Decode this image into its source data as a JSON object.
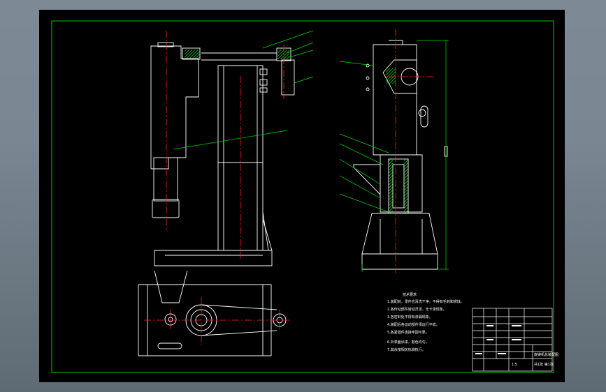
{
  "drawing": {
    "notes_title": "技术要求",
    "notes": [
      "1.装配前，零件应清洗干净，不得有毛刺和锈蚀。",
      "2.各传动部件转动灵活，无卡滞现象。",
      "3.各密封处不得有渗漏现象。",
      "4.装配后各运动部件须运行平稳。",
      "5.各紧固件连接牢固可靠。",
      "6.外表面涂漆，颜色均匀。",
      "7.其余按相关标准执行。"
    ],
    "titleblock": {
      "name": "旋铆机总装配图",
      "scale": "1:5",
      "sheet": "共1张 第1张"
    }
  },
  "colors": {
    "background_top": "#7d8a95",
    "background_bottom": "#5f6b74",
    "sheet": "#000000",
    "frame": "#00c800",
    "outline": "#ffffff",
    "centerline": "#ff2020",
    "hatch": "#22ff22"
  }
}
